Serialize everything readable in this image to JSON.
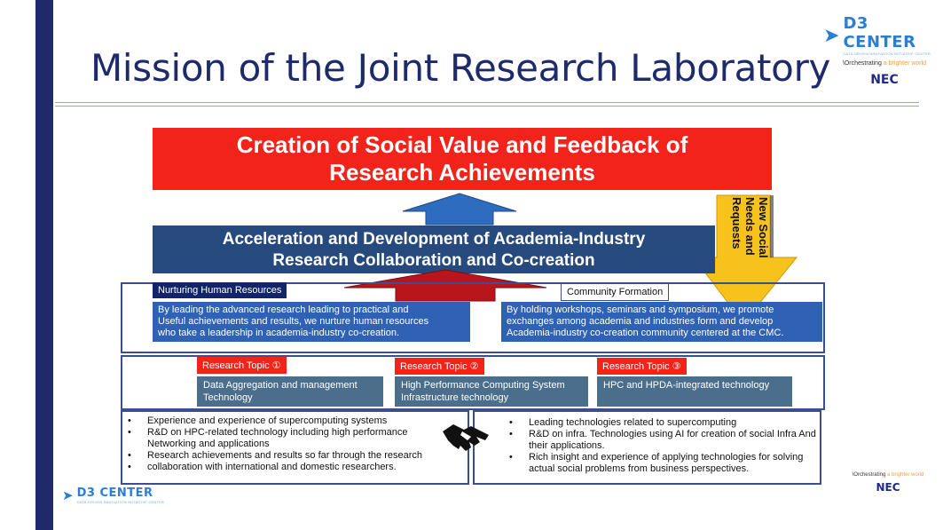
{
  "slide": {
    "title": "Mission of the Joint Research Laboratory"
  },
  "logos": {
    "d3_name": "D3 CENTER",
    "d3_sub": "DATA-DRIVEN INNOVATION INITIATIVE CENTER",
    "nec_tagline_prefix": "\\Orchestrating",
    "nec_tagline_accent": "a brighter world",
    "nec_brand": "NEC"
  },
  "top_banner": {
    "line1": "Creation of Social Value and Feedback of",
    "line2": "Research Achievements"
  },
  "middle_banner": {
    "line1": "Acceleration and Development of Academia-Industry",
    "line2": "Research Collaboration and Co-creation"
  },
  "needs_arrow": {
    "text": "New Social Needs and Requests"
  },
  "pillars": [
    {
      "label": "Nurturing Human Resources",
      "lines": [
        "By leading the advanced research leading to practical and",
        "Useful achievements and results, we nurture human resources",
        "who take a leadership in academia-industry co-creation."
      ]
    },
    {
      "label": "Community Formation",
      "lines": [
        "By holding workshops, seminars and symposium, we promote",
        "exchanges among academia and industries form and develop",
        "Academia-industry co-creation community centered at the CMC."
      ]
    }
  ],
  "topics": [
    {
      "label": "Research Topic ①",
      "lines": [
        "Data Aggregation and management",
        "Technology"
      ]
    },
    {
      "label": "Research Topic ②",
      "lines": [
        "High Performance Computing System",
        "Infrastructure technology"
      ]
    },
    {
      "label": "Research Topic ③",
      "lines": [
        "HPC and HPDA-integrated technology"
      ]
    }
  ],
  "left_bullets": [
    "Experience and experience of supercomputing systems",
    "R&D on HPC-related technology including high performance Networking and applications",
    "Research achievements and results so far through the research",
    "collaboration with international and domestic researchers."
  ],
  "right_bullets": [
    "Leading technologies related to supercomputing",
    "R&D on infra. Technologies using AI for creation of social Infra And their applications.",
    "Rich insight and experience of applying technologies for solving actual social problems from business perspectives."
  ],
  "colors": {
    "navy": "#1f2a6b",
    "red": "#f1231b",
    "banner_navy": "#264a7d",
    "desc_blue": "#2f62b5",
    "topic_gray_blue": "#4a6e8c",
    "arrow_yellow": "#f8c21c",
    "arrow_blue": "#2e6cc0",
    "arrow_red": "#b8161b"
  },
  "icons": {
    "handshake": "handshake-icon"
  }
}
